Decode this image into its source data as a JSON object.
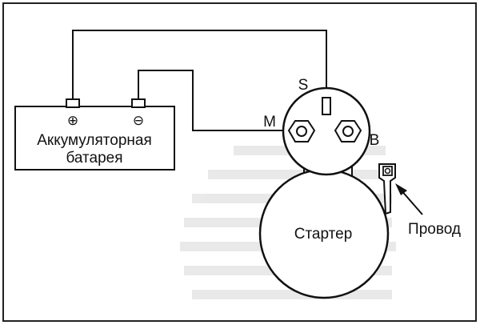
{
  "battery": {
    "label_line1": "Аккумуляторная",
    "label_line2": "батарея",
    "plus_symbol": "⊕",
    "minus_symbol": "⊖"
  },
  "solenoid": {
    "terminal_s": "S",
    "terminal_m": "M",
    "terminal_b": "B"
  },
  "starter": {
    "label": "Стартер"
  },
  "wire": {
    "label": "Провод"
  },
  "colors": {
    "line": "#111111",
    "background": "#ffffff",
    "faded_text": "#c4c4c4"
  }
}
